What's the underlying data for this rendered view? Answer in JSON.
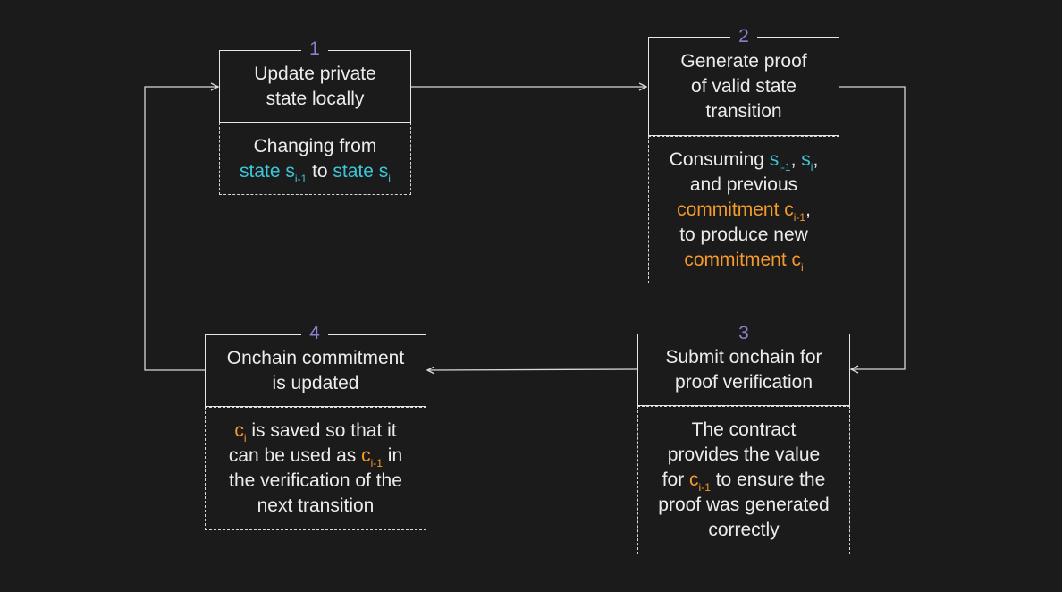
{
  "steps": [
    {
      "number": "1",
      "title": [
        "Update private",
        "state locally"
      ],
      "desc": [
        [
          {
            "t": "Changing from"
          }
        ],
        [
          {
            "t": "state s",
            "c": "cyan"
          },
          {
            "sub": "i-1",
            "c": "cyan"
          },
          {
            "t": " to "
          },
          {
            "t": "state s",
            "c": "cyan"
          },
          {
            "sub": "i",
            "c": "cyan"
          }
        ]
      ]
    },
    {
      "number": "2",
      "title": [
        "Generate proof",
        "of valid state",
        "transition"
      ],
      "desc": [
        [
          {
            "t": "Consuming "
          },
          {
            "t": "s",
            "c": "cyan"
          },
          {
            "sub": "i-1",
            "c": "cyan"
          },
          {
            "t": ", "
          },
          {
            "t": "s",
            "c": "cyan"
          },
          {
            "sub": "i",
            "c": "cyan"
          },
          {
            "t": ","
          }
        ],
        [
          {
            "t": "and previous"
          }
        ],
        [
          {
            "t": "commitment c",
            "c": "orange"
          },
          {
            "sub": "i-1",
            "c": "orange"
          },
          {
            "t": ","
          }
        ],
        [
          {
            "t": "to produce new"
          }
        ],
        [
          {
            "t": "commitment c",
            "c": "orange"
          },
          {
            "sub": "i",
            "c": "orange"
          }
        ]
      ]
    },
    {
      "number": "3",
      "title": [
        "Submit onchain for",
        "proof verification"
      ],
      "desc": [
        [
          {
            "t": "The contract"
          }
        ],
        [
          {
            "t": "provides the value"
          }
        ],
        [
          {
            "t": "for "
          },
          {
            "t": "c",
            "c": "orange"
          },
          {
            "sub": "i-1",
            "c": "orange"
          },
          {
            "t": " to ensure the"
          }
        ],
        [
          {
            "t": "proof was generated"
          }
        ],
        [
          {
            "t": "correctly"
          }
        ]
      ]
    },
    {
      "number": "4",
      "title": [
        "Onchain commitment",
        "is updated"
      ],
      "desc": [
        [
          {
            "t": "c",
            "c": "orange"
          },
          {
            "sub": "i",
            "c": "orange"
          },
          {
            "t": " is saved so that it"
          }
        ],
        [
          {
            "t": "can be used as "
          },
          {
            "t": "c",
            "c": "orange"
          },
          {
            "sub": "i-1",
            "c": "orange"
          },
          {
            "t": " in"
          }
        ],
        [
          {
            "t": "the verification of the"
          }
        ],
        [
          {
            "t": "next transition"
          }
        ]
      ]
    }
  ],
  "colors": {
    "background": "#1c1b1b",
    "text": "#ececec",
    "step_number": "#8a7fd0",
    "state": "#3ec4d8",
    "commitment": "#f49a2a",
    "lines": "#d8d8d8"
  }
}
